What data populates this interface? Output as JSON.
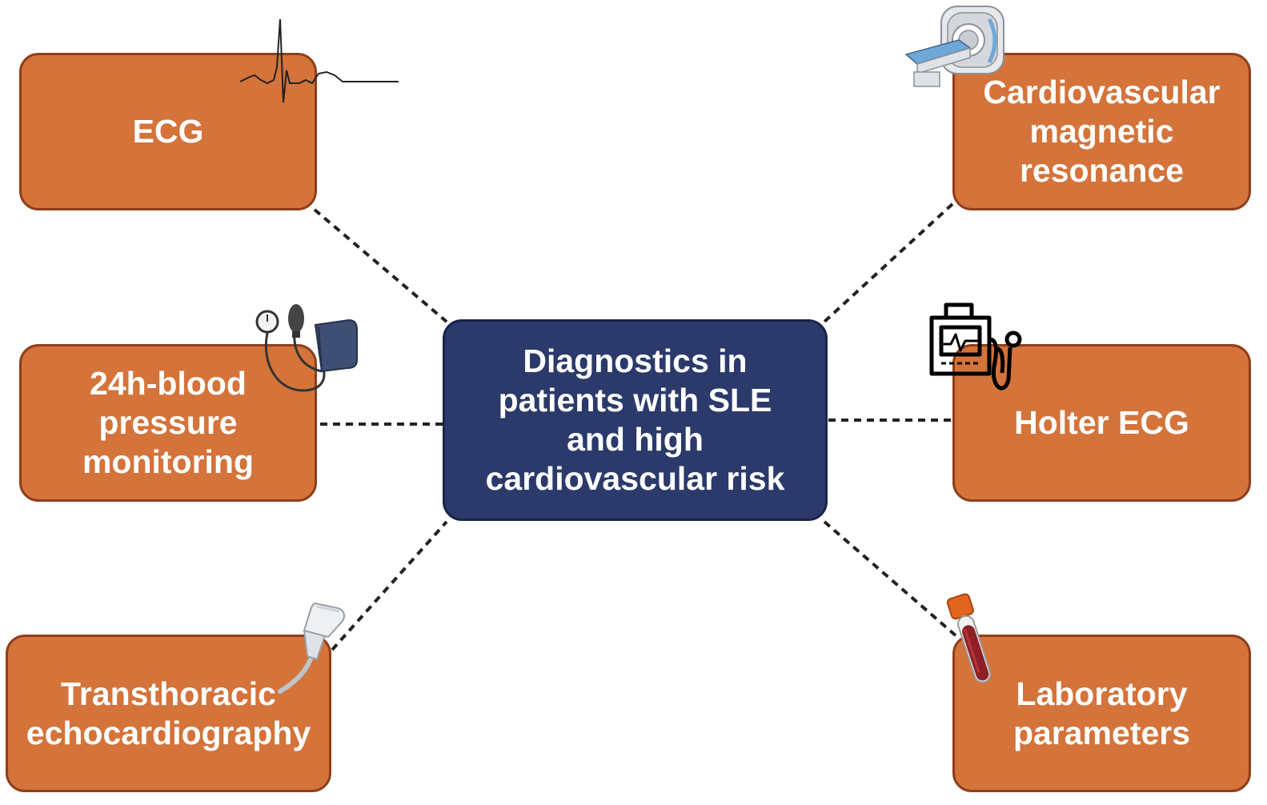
{
  "center": {
    "label": "Diagnostics in\npatients with SLE\nand high\ncardiovascular risk"
  },
  "nodes": [
    {
      "id": "ecg",
      "label": "ECG",
      "icon": "ecg-trace-icon"
    },
    {
      "id": "cmr",
      "label": "Cardiovascular\nmagnetic\nresonance",
      "icon": "mri-scanner-icon"
    },
    {
      "id": "bp",
      "label": "24h-blood\npressure\nmonitoring",
      "icon": "blood-pressure-cuff-icon"
    },
    {
      "id": "holter",
      "label": "Holter ECG",
      "icon": "holter-monitor-icon"
    },
    {
      "id": "echo",
      "label": "Transthoracic\nechocardiography",
      "icon": "ultrasound-probe-icon"
    },
    {
      "id": "lab",
      "label": "Laboratory\nparameters",
      "icon": "blood-tube-icon"
    }
  ],
  "colors": {
    "node_fill": "#d4733a",
    "node_border": "#8f3e1a",
    "center_fill": "#2b3a6b",
    "center_border": "#1a254a",
    "text": "#ffffff",
    "connector": "#222222"
  }
}
